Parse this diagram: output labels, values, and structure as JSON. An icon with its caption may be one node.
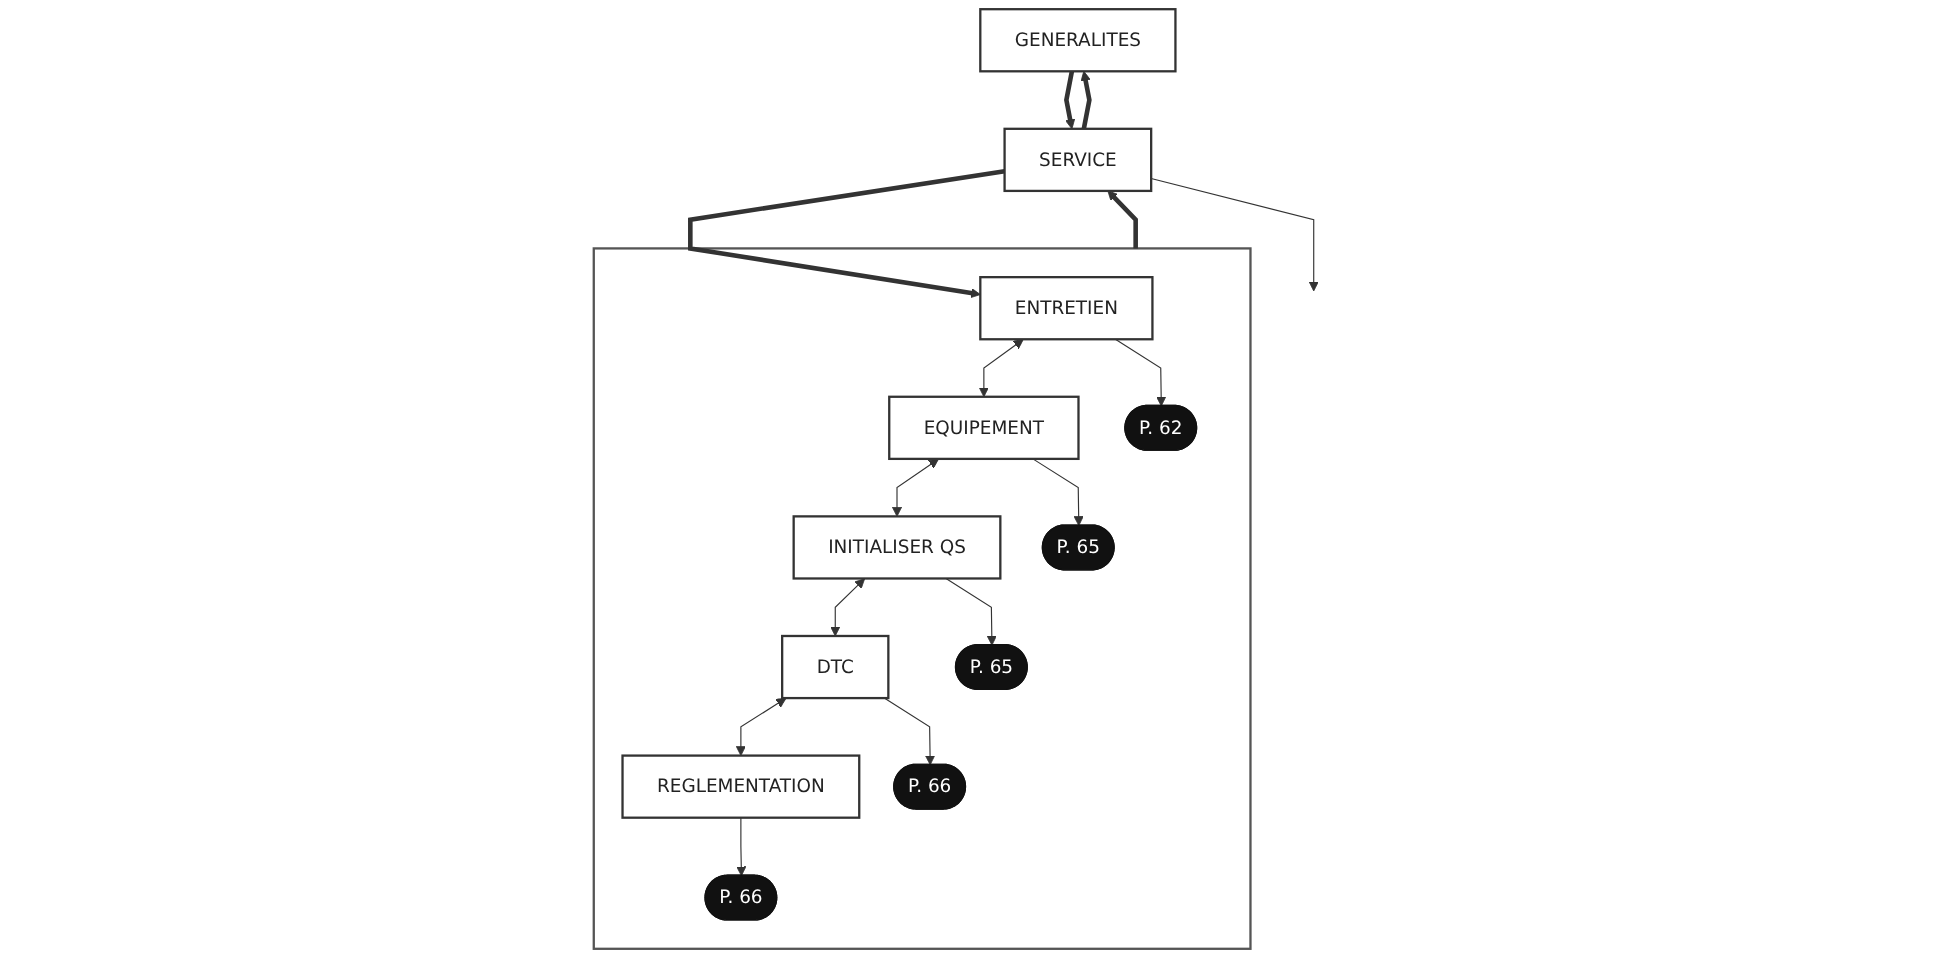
{
  "diagram": {
    "nodes": [
      {
        "text": [
          "GENERALITES"
        ]
      },
      {
        "text": [
          "SERVICE"
        ]
      },
      {
        "text": [],
        "shape": "box"
      },
      {
        "text": [
          "ENTRETIEN"
        ],
        "in": 2
      },
      {
        "text": [
          "EQUIPEMENT"
        ],
        "in": 2
      },
      {
        "text": [
          "INITIALISER QS"
        ],
        "in": 2
      },
      {
        "text": [
          "DTC"
        ],
        "in": 2
      },
      {
        "text": [
          "REGLEMENTATION"
        ],
        "in": 2
      },
      {
        "text": [
          "P. 62"
        ],
        "in": 2
      },
      {
        "text": [
          "P. 65"
        ],
        "in": 2
      },
      {
        "text": [
          "P. 65"
        ],
        "in": 2
      },
      {
        "text": [
          "P. 66"
        ],
        "in": 2
      },
      {
        "text": [
          "P. 66"
        ],
        "in": 2
      }
    ],
    "edges": [
      {
        "from": 0,
        "to": 1,
        "arrow": "to",
        "style": "thick"
      },
      {
        "from": 1,
        "to": 0,
        "arrow": "to",
        "style": "thick"
      },
      {
        "from": 1,
        "to": 3,
        "arrow": "to",
        "style": "thick"
      },
      {
        "from": 2,
        "to": 1,
        "arrow": "to",
        "style": "thick"
      },
      {
        "from": 1,
        "to": null,
        "arrow": "to"
      },
      {
        "from": 3,
        "to": 4,
        "arrow": "both"
      },
      {
        "from": 4,
        "to": 5,
        "arrow": "both"
      },
      {
        "from": 5,
        "to": 6,
        "arrow": "both"
      },
      {
        "from": 6,
        "to": 7,
        "arrow": "both"
      },
      {
        "from": 3,
        "to": 8,
        "arrow": "to"
      },
      {
        "from": 4,
        "to": 9,
        "arrow": "to"
      },
      {
        "from": 5,
        "to": 10,
        "arrow": "to"
      },
      {
        "from": 6,
        "to": 11,
        "arrow": "to"
      },
      {
        "from": 7,
        "to": 12,
        "arrow": "to"
      }
    ]
  }
}
